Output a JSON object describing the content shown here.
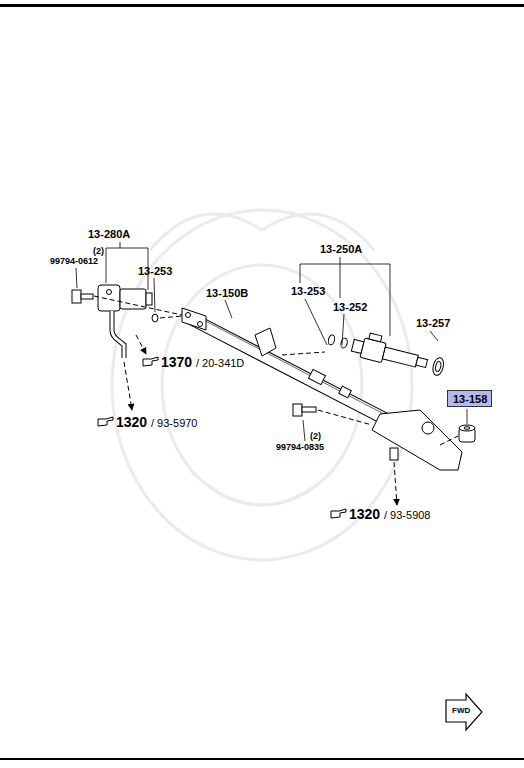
{
  "diagram": {
    "nodes": [
      {
        "text": [
          "13-158"
        ]
      }
    ],
    "labels": [
      "13-280A",
      "(2)",
      "99794-0612",
      "13-253",
      "13-250A",
      "13-253",
      "13-252",
      "13-257",
      "13-150B",
      "1370",
      "/ 20-341D",
      "1320",
      "/ 93-5970",
      "99794-0835",
      "(2)",
      "1320",
      "/ 93-5908",
      "FWD"
    ]
  }
}
